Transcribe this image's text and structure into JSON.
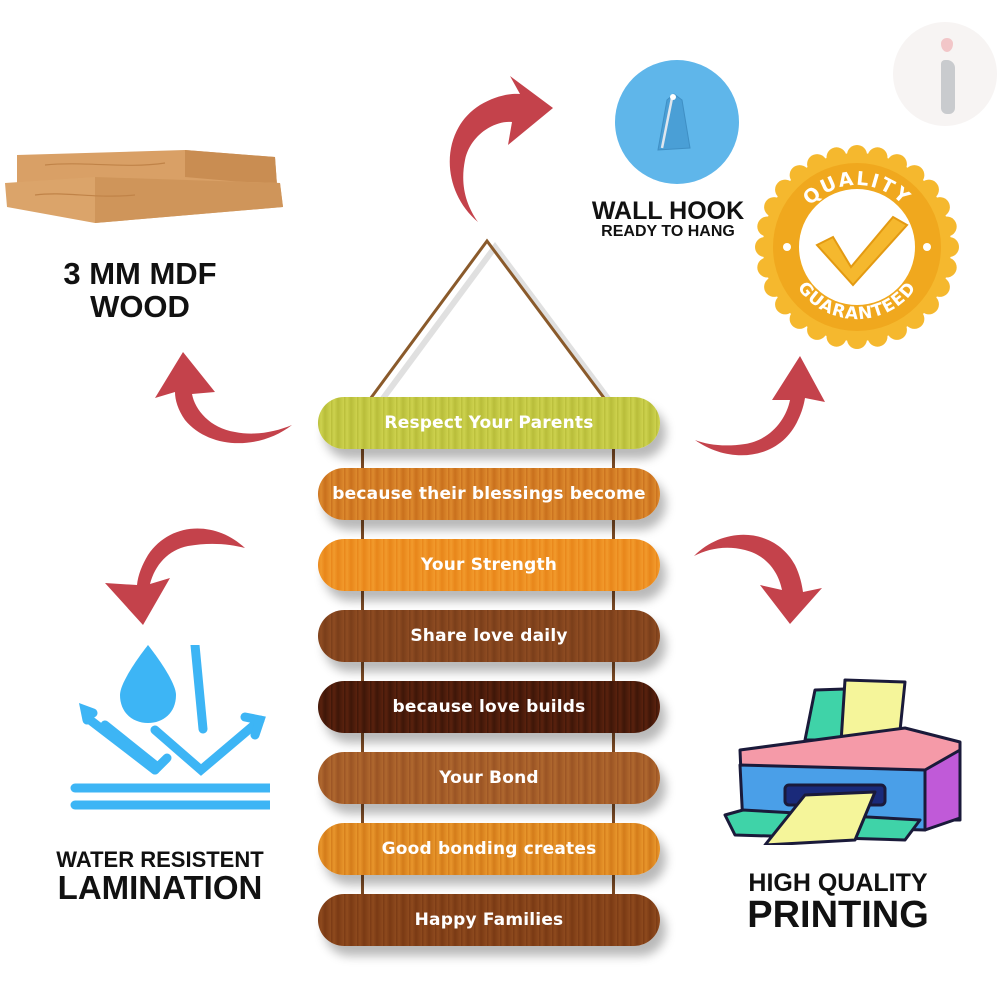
{
  "colors": {
    "arrow": "#c4424b",
    "rope": "#8a5a2b",
    "badge_gold": "#f5b82e",
    "water_blue": "#3db5f5",
    "hook_blue": "#5fb6ea"
  },
  "features": {
    "mdf": {
      "icon": "wood-planks-icon",
      "line1": "3 MM MDF",
      "line2": "WOOD"
    },
    "hook": {
      "icon": "wall-hook-icon",
      "line1": "WALL HOOK",
      "line2": "READY TO HANG"
    },
    "quality": {
      "icon": "quality-badge-icon",
      "top_text": "QUALITY",
      "bottom_text": "GUARANTEED"
    },
    "water": {
      "icon": "water-resistant-icon",
      "line1": "WATER RESISTENT",
      "line2": "LAMINATION"
    },
    "printing": {
      "icon": "printer-icon",
      "line1": "HIGH QUALITY",
      "line2": "PRINTING"
    }
  },
  "planks": [
    {
      "text": "Respect Your Parents",
      "color": "#b8bd3a",
      "color2": "#cdd24e"
    },
    {
      "text": "because their blessings become",
      "color": "#c9701d",
      "color2": "#dd8a2e"
    },
    {
      "text": "Your Strength",
      "color": "#e8861a",
      "color2": "#f29a2c"
    },
    {
      "text": "Share love daily",
      "color": "#7a3e1a",
      "color2": "#8e4c22"
    },
    {
      "text": "because love builds",
      "color": "#3e1608",
      "color2": "#5a220e"
    },
    {
      "text": "Your Bond",
      "color": "#9a5424",
      "color2": "#b0682f"
    },
    {
      "text": "Good bonding creates",
      "color": "#d47c1a",
      "color2": "#e8962c"
    },
    {
      "text": "Happy Families",
      "color": "#7a3a14",
      "color2": "#8e4a1e"
    }
  ]
}
